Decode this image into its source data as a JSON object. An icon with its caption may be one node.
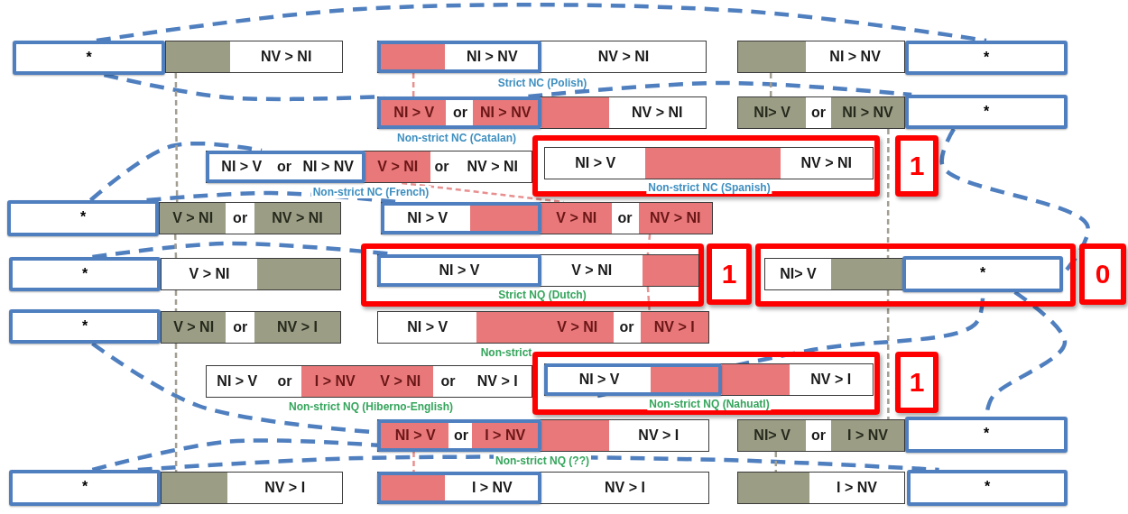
{
  "diagram": {
    "nodes": [
      {
        "text": [
          "*"
        ]
      },
      {
        "text": [
          "NV > NI"
        ]
      },
      {
        "text": [
          "NV > NI"
        ],
        "beside": [
          "Strict NC (Polish)"
        ]
      },
      {
        "text": [
          "NI > NV"
        ],
        "in": 2
      },
      {
        "text": [
          "NI > NV"
        ]
      },
      {
        "text": [
          "*"
        ]
      },
      {
        "text": [
          "NV > NI"
        ],
        "beside": [
          "Non-strict NC (Catalan)"
        ]
      },
      {
        "text": [
          "NI > V",
          "or",
          "NI > NV"
        ],
        "in": 6
      },
      {
        "text": [
          "NI> V",
          "or",
          "NI > NV"
        ]
      },
      {
        "text": [
          "*"
        ]
      },
      {
        "text": [
          "V > NI",
          "or",
          "NV > NI"
        ],
        "beside": [
          "Non-strict NC (French)"
        ]
      },
      {
        "text": [
          "NI > V",
          "or",
          "NI > NV"
        ],
        "in": 10
      },
      {
        "text": [],
        "shape": "box"
      },
      {
        "text": [
          "NI > V",
          "NV > NI"
        ],
        "beside": [
          "Non-strict NC (Spanish)"
        ],
        "in": 12
      },
      {
        "text": [
          "1"
        ]
      },
      {
        "text": [
          "*"
        ]
      },
      {
        "text": [
          "V > NI",
          "or",
          "NV > NI"
        ]
      },
      {
        "text": [
          "V > NI",
          "or",
          "NV > NI"
        ]
      },
      {
        "text": [
          "NI > V"
        ],
        "in": 17
      },
      {
        "text": [
          "*"
        ]
      },
      {
        "text": [
          "V > NI"
        ]
      },
      {
        "text": [],
        "shape": "box"
      },
      {
        "text": [
          "V > NI"
        ],
        "beside": [
          "Strict NQ (Dutch)"
        ],
        "in": 21
      },
      {
        "text": [
          "NI > V"
        ],
        "in": 22
      },
      {
        "text": [
          "1"
        ]
      },
      {
        "text": [],
        "shape": "box"
      },
      {
        "text": [
          "NI> V"
        ],
        "in": 25
      },
      {
        "text": [
          "*"
        ],
        "in": 25
      },
      {
        "text": [
          "0"
        ]
      },
      {
        "text": [
          "*"
        ]
      },
      {
        "text": [
          "V > NI",
          "or",
          "NV > I"
        ]
      },
      {
        "text": [
          "NI > V",
          "V > NI",
          "or",
          "NV > I"
        ],
        "beside": [
          "Non-strict"
        ]
      },
      {
        "text": [
          "NI > V",
          "or",
          "I > NV",
          "V > NI",
          "or",
          "NV > I"
        ],
        "beside": [
          "Non-strict NQ (Hiberno-English)"
        ]
      },
      {
        "text": [],
        "shape": "box"
      },
      {
        "text": [
          "NV > I"
        ],
        "beside": [
          "Non-strict NQ (Nahuatl)"
        ],
        "in": 33
      },
      {
        "text": [
          "NI > V"
        ],
        "in": 34
      },
      {
        "text": [
          "1"
        ]
      },
      {
        "text": [
          "NV > I"
        ],
        "beside": [
          "Non-strict NQ (??)"
        ]
      },
      {
        "text": [
          "NI > V",
          "or",
          "I > NV"
        ],
        "in": 37
      },
      {
        "text": [
          "NI> V",
          "or",
          "I > NV"
        ]
      },
      {
        "text": [
          "*"
        ]
      },
      {
        "text": [
          "*"
        ]
      },
      {
        "text": [
          "NV > I"
        ]
      },
      {
        "text": [
          "NV > I"
        ]
      },
      {
        "text": [
          "I > NV"
        ],
        "in": 43
      },
      {
        "text": [
          "I > NV"
        ]
      },
      {
        "text": [
          "*"
        ]
      }
    ],
    "edges": [
      {
        "from": 0,
        "to": 5,
        "arrow": "none",
        "style": "dashed"
      },
      {
        "from": 0,
        "to": 7,
        "arrow": "none",
        "style": "dashed"
      },
      {
        "from": 7,
        "to": 9,
        "arrow": "none",
        "style": "dashed"
      },
      {
        "from": 15,
        "to": 11,
        "arrow": "none",
        "style": "dashed"
      },
      {
        "from": 15,
        "to": 18,
        "arrow": "none",
        "style": "dashed"
      },
      {
        "from": 9,
        "to": 27,
        "arrow": "none",
        "style": "dashed"
      },
      {
        "from": 19,
        "to": 23,
        "arrow": "none",
        "style": "dashed"
      },
      {
        "from": 29,
        "to": 38,
        "arrow": "none",
        "style": "dashed"
      },
      {
        "from": 41,
        "to": 38,
        "arrow": "none",
        "style": "dashed"
      },
      {
        "from": 41,
        "to": 46,
        "arrow": "none",
        "style": "dashed"
      },
      {
        "from": 35,
        "to": 27,
        "arrow": "none",
        "style": "dashed"
      },
      {
        "from": 27,
        "to": 40,
        "arrow": "none",
        "style": "dashed"
      },
      {
        "from": 1,
        "to": 16,
        "arrow": "none",
        "style": "dashed",
        "color": "#a39e92"
      },
      {
        "from": 16,
        "to": 20,
        "arrow": "none",
        "style": "dashed",
        "color": "#a39e92"
      },
      {
        "from": 20,
        "to": 30,
        "arrow": "none",
        "style": "dashed",
        "color": "#a39e92"
      },
      {
        "from": 30,
        "to": 42,
        "arrow": "none",
        "style": "dashed",
        "color": "#a39e92"
      },
      {
        "from": 8,
        "to": 26,
        "arrow": "none",
        "style": "dashed",
        "color": "#a39e92"
      },
      {
        "from": 26,
        "to": 39,
        "arrow": "none",
        "style": "dashed",
        "color": "#a39e92"
      },
      {
        "from": 4,
        "to": 8,
        "arrow": "none",
        "style": "dashed",
        "color": "#a39e92"
      },
      {
        "from": 39,
        "to": 45,
        "arrow": "none",
        "style": "dashed",
        "color": "#a39e92"
      },
      {
        "from": 2,
        "to": 6,
        "arrow": "none",
        "style": "dashed",
        "color": "#e88f8f"
      },
      {
        "from": 37,
        "to": 43,
        "arrow": "none",
        "style": "dashed",
        "color": "#e88f8f"
      },
      {
        "from": 10,
        "to": 17,
        "arrow": "none",
        "style": "dashed",
        "color": "#e88f8f"
      },
      {
        "from": 17,
        "to": 22,
        "arrow": "none",
        "style": "dashed",
        "color": "#e88f8f"
      },
      {
        "from": 22,
        "to": 31,
        "arrow": "none",
        "style": "dashed",
        "color": "#e88f8f"
      }
    ]
  }
}
